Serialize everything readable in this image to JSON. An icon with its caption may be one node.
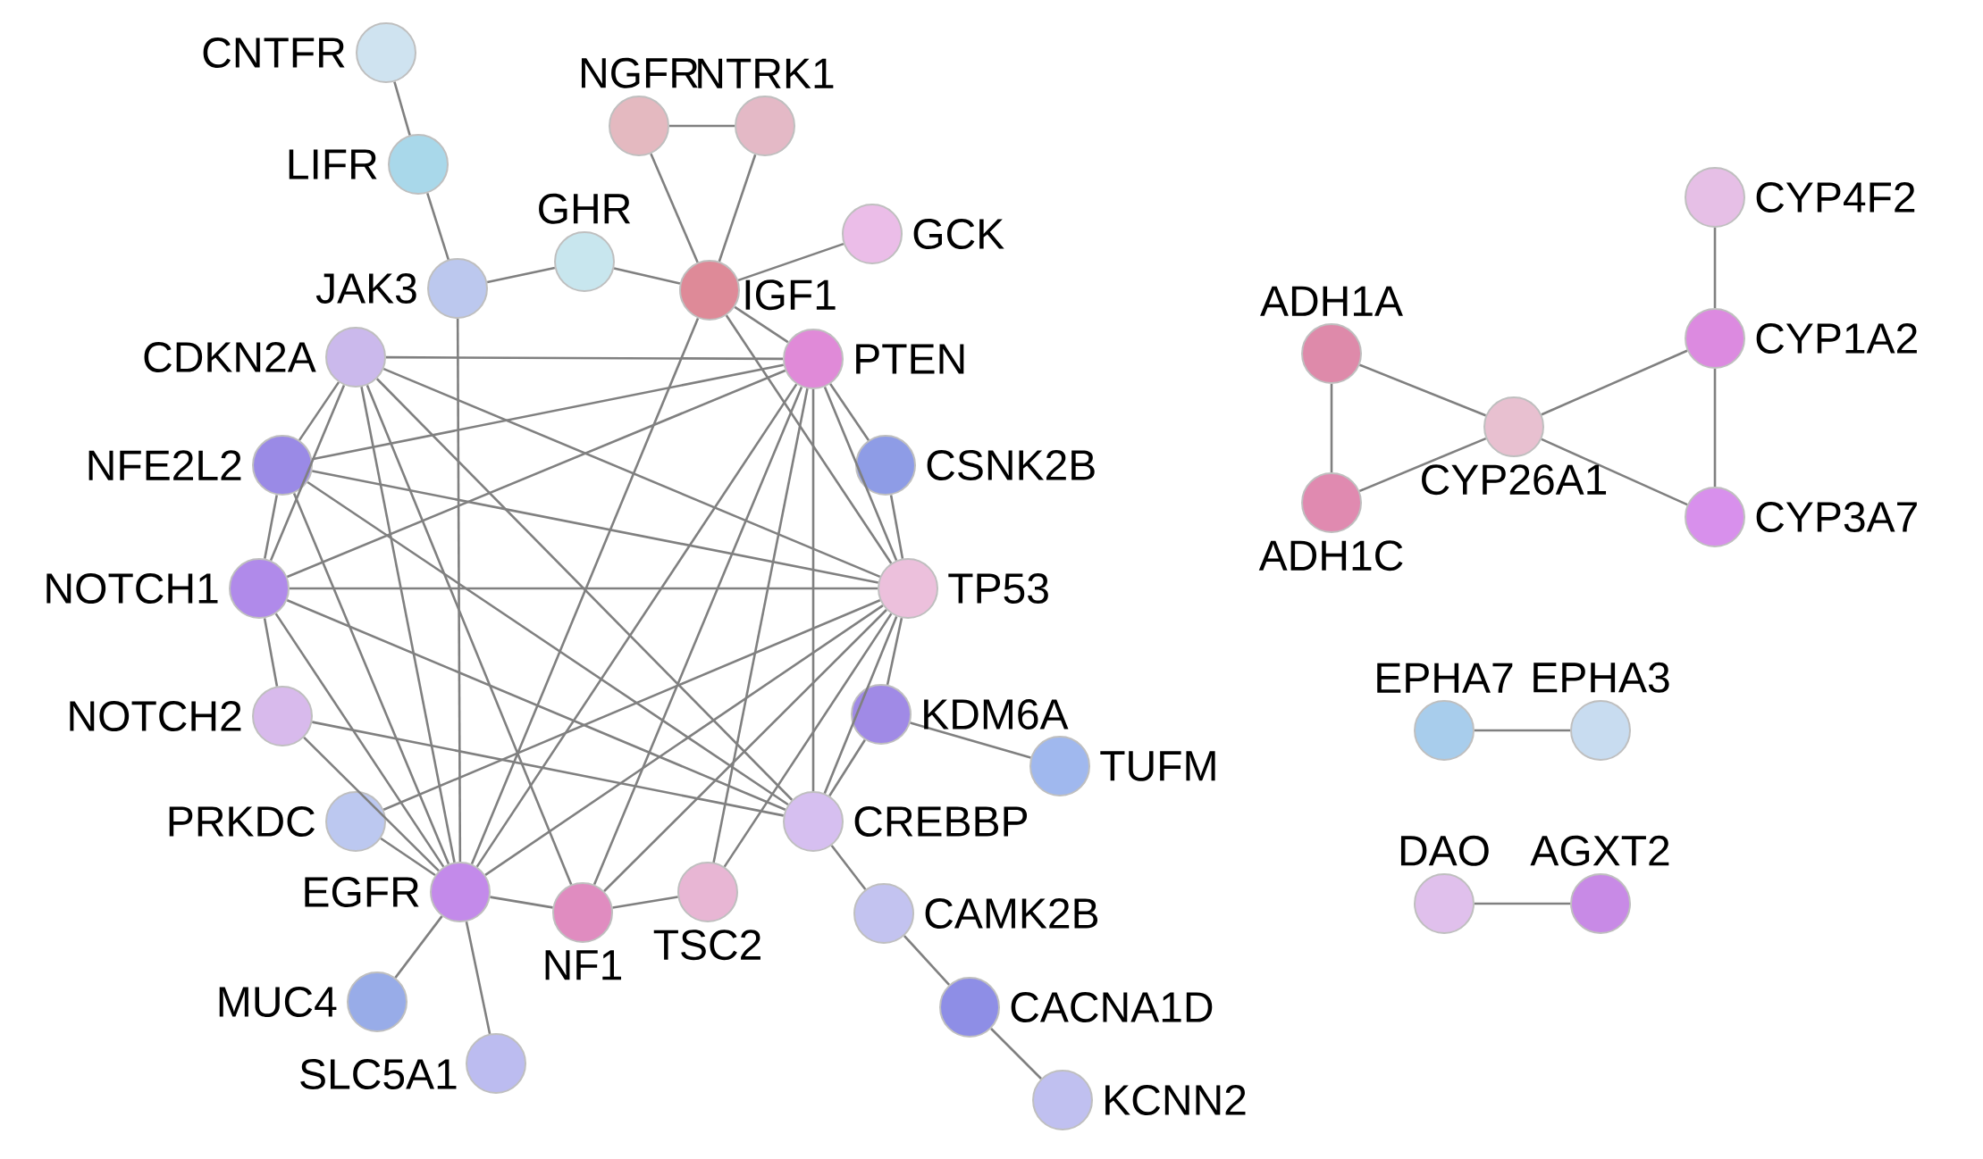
{
  "diagram": {
    "nodes": [
      {
        "text": [],
        "shape": "circle",
        "beside": [
          "CNTFR"
        ]
      },
      {
        "text": [],
        "shape": "circle",
        "beside": [
          "LIFR"
        ]
      },
      {
        "text": [],
        "shape": "circle",
        "beside": [
          "GHR"
        ]
      },
      {
        "text": [],
        "shape": "circle",
        "beside": [
          "NGFR"
        ]
      },
      {
        "text": [],
        "shape": "circle",
        "beside": [
          "NTRK1"
        ]
      },
      {
        "text": [],
        "shape": "circle",
        "beside": [
          "GCK"
        ]
      },
      {
        "text": [],
        "shape": "circle",
        "beside": [
          "JAK3"
        ]
      },
      {
        "text": [],
        "shape": "circle",
        "beside": [
          "IGF1"
        ]
      },
      {
        "text": [],
        "shape": "circle",
        "beside": [
          "CDKN2A"
        ]
      },
      {
        "text": [],
        "shape": "circle",
        "beside": [
          "PTEN"
        ]
      },
      {
        "text": [],
        "shape": "circle",
        "beside": [
          "NFE2L2"
        ]
      },
      {
        "text": [],
        "shape": "circle",
        "beside": [
          "CSNK2B"
        ]
      },
      {
        "text": [],
        "shape": "circle",
        "beside": [
          "NOTCH1"
        ]
      },
      {
        "text": [],
        "shape": "circle",
        "beside": [
          "TP53"
        ]
      },
      {
        "text": [],
        "shape": "circle",
        "beside": [
          "NOTCH2"
        ]
      },
      {
        "text": [],
        "shape": "circle",
        "beside": [
          "KDM6A"
        ]
      },
      {
        "text": [],
        "shape": "circle",
        "beside": [
          "TUFM"
        ]
      },
      {
        "text": [],
        "shape": "circle",
        "beside": [
          "PRKDC"
        ]
      },
      {
        "text": [],
        "shape": "circle",
        "beside": [
          "CREBBP"
        ]
      },
      {
        "text": [],
        "shape": "circle",
        "beside": [
          "EGFR"
        ]
      },
      {
        "text": [],
        "shape": "circle",
        "beside": [
          "NF1"
        ]
      },
      {
        "text": [],
        "shape": "circle",
        "beside": [
          "TSC2"
        ]
      },
      {
        "text": [],
        "shape": "circle",
        "beside": [
          "CAMK2B"
        ]
      },
      {
        "text": [],
        "shape": "circle",
        "beside": [
          "MUC4"
        ]
      },
      {
        "text": [],
        "shape": "circle",
        "beside": [
          "SLC5A1"
        ]
      },
      {
        "text": [],
        "shape": "circle",
        "beside": [
          "CACNA1D"
        ]
      },
      {
        "text": [],
        "shape": "circle",
        "beside": [
          "KCNN2"
        ]
      },
      {
        "text": [],
        "shape": "circle",
        "beside": [
          "CYP4F2"
        ]
      },
      {
        "text": [],
        "shape": "circle",
        "beside": [
          "ADH1A"
        ]
      },
      {
        "text": [],
        "shape": "circle",
        "beside": [
          "CYP1A2"
        ]
      },
      {
        "text": [],
        "shape": "circle",
        "beside": [
          "CYP26A1"
        ]
      },
      {
        "text": [],
        "shape": "circle",
        "beside": [
          "ADH1C"
        ]
      },
      {
        "text": [],
        "shape": "circle",
        "beside": [
          "CYP3A7"
        ]
      },
      {
        "text": [],
        "shape": "circle",
        "beside": [
          "EPHA7"
        ]
      },
      {
        "text": [],
        "shape": "circle",
        "beside": [
          "EPHA3"
        ]
      },
      {
        "text": [],
        "shape": "circle",
        "beside": [
          "DAO"
        ]
      },
      {
        "text": [],
        "shape": "circle",
        "beside": [
          "AGXT2"
        ]
      }
    ],
    "edges": [
      {
        "from": 0,
        "to": 1,
        "arrow": "none"
      },
      {
        "from": 1,
        "to": 6,
        "arrow": "none"
      },
      {
        "from": 6,
        "to": 2,
        "arrow": "none"
      },
      {
        "from": 2,
        "to": 7,
        "arrow": "none"
      },
      {
        "from": 3,
        "to": 4,
        "arrow": "none"
      },
      {
        "from": 3,
        "to": 7,
        "arrow": "none"
      },
      {
        "from": 4,
        "to": 7,
        "arrow": "none"
      },
      {
        "from": 7,
        "to": 5,
        "arrow": "none"
      },
      {
        "from": 7,
        "to": 9,
        "arrow": "none"
      },
      {
        "from": 7,
        "to": 13,
        "arrow": "none"
      },
      {
        "from": 7,
        "to": 19,
        "arrow": "none"
      },
      {
        "from": 6,
        "to": 19,
        "arrow": "none"
      },
      {
        "from": 8,
        "to": 9,
        "arrow": "none"
      },
      {
        "from": 8,
        "to": 13,
        "arrow": "none"
      },
      {
        "from": 8,
        "to": 10,
        "arrow": "none"
      },
      {
        "from": 8,
        "to": 12,
        "arrow": "none"
      },
      {
        "from": 8,
        "to": 19,
        "arrow": "none"
      },
      {
        "from": 8,
        "to": 20,
        "arrow": "none"
      },
      {
        "from": 8,
        "to": 18,
        "arrow": "none"
      },
      {
        "from": 10,
        "to": 9,
        "arrow": "none"
      },
      {
        "from": 10,
        "to": 13,
        "arrow": "none"
      },
      {
        "from": 10,
        "to": 18,
        "arrow": "none"
      },
      {
        "from": 10,
        "to": 12,
        "arrow": "none"
      },
      {
        "from": 10,
        "to": 19,
        "arrow": "none"
      },
      {
        "from": 12,
        "to": 9,
        "arrow": "none"
      },
      {
        "from": 12,
        "to": 13,
        "arrow": "none"
      },
      {
        "from": 12,
        "to": 14,
        "arrow": "none"
      },
      {
        "from": 12,
        "to": 19,
        "arrow": "none"
      },
      {
        "from": 12,
        "to": 18,
        "arrow": "none"
      },
      {
        "from": 14,
        "to": 18,
        "arrow": "none"
      },
      {
        "from": 14,
        "to": 19,
        "arrow": "none"
      },
      {
        "from": 17,
        "to": 13,
        "arrow": "none"
      },
      {
        "from": 17,
        "to": 19,
        "arrow": "none"
      },
      {
        "from": 9,
        "to": 11,
        "arrow": "none"
      },
      {
        "from": 9,
        "to": 13,
        "arrow": "none"
      },
      {
        "from": 9,
        "to": 19,
        "arrow": "none"
      },
      {
        "from": 9,
        "to": 20,
        "arrow": "none"
      },
      {
        "from": 9,
        "to": 21,
        "arrow": "none"
      },
      {
        "from": 9,
        "to": 18,
        "arrow": "none"
      },
      {
        "from": 11,
        "to": 13,
        "arrow": "none"
      },
      {
        "from": 13,
        "to": 15,
        "arrow": "none"
      },
      {
        "from": 13,
        "to": 18,
        "arrow": "none"
      },
      {
        "from": 13,
        "to": 19,
        "arrow": "none"
      },
      {
        "from": 13,
        "to": 20,
        "arrow": "none"
      },
      {
        "from": 13,
        "to": 21,
        "arrow": "none"
      },
      {
        "from": 15,
        "to": 16,
        "arrow": "none"
      },
      {
        "from": 15,
        "to": 18,
        "arrow": "none"
      },
      {
        "from": 18,
        "to": 22,
        "arrow": "none"
      },
      {
        "from": 22,
        "to": 25,
        "arrow": "none"
      },
      {
        "from": 25,
        "to": 26,
        "arrow": "none"
      },
      {
        "from": 19,
        "to": 20,
        "arrow": "none"
      },
      {
        "from": 19,
        "to": 23,
        "arrow": "none"
      },
      {
        "from": 19,
        "to": 24,
        "arrow": "none"
      },
      {
        "from": 20,
        "to": 21,
        "arrow": "none"
      },
      {
        "from": 27,
        "to": 29,
        "arrow": "none"
      },
      {
        "from": 29,
        "to": 32,
        "arrow": "none"
      },
      {
        "from": 29,
        "to": 30,
        "arrow": "none"
      },
      {
        "from": 32,
        "to": 30,
        "arrow": "none"
      },
      {
        "from": 28,
        "to": 30,
        "arrow": "none"
      },
      {
        "from": 31,
        "to": 30,
        "arrow": "none"
      },
      {
        "from": 28,
        "to": 31,
        "arrow": "none"
      },
      {
        "from": 33,
        "to": 34,
        "arrow": "none"
      },
      {
        "from": 35,
        "to": 36,
        "arrow": "none"
      }
    ]
  }
}
